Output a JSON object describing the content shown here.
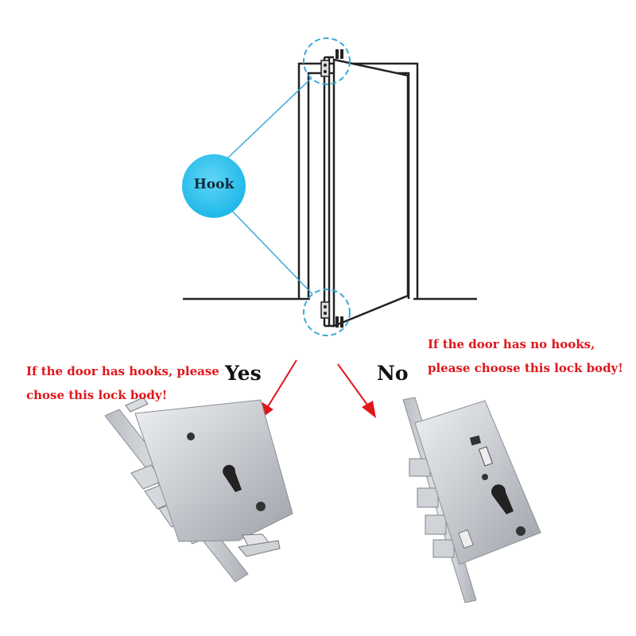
{
  "diagram": {
    "hook_label": "Hook",
    "yes_label": "Yes",
    "no_label": "No",
    "left_caption": "If the door has hooks, please chose this lock body!",
    "right_caption": "If the door has no hooks, please choose this lock body!",
    "colors": {
      "accent_blue": "#29c4f0",
      "dashed_blue": "#3aa9d8",
      "caption_red": "#e0161b",
      "line_dark": "#222222",
      "steel": "#c9ccd1"
    }
  }
}
